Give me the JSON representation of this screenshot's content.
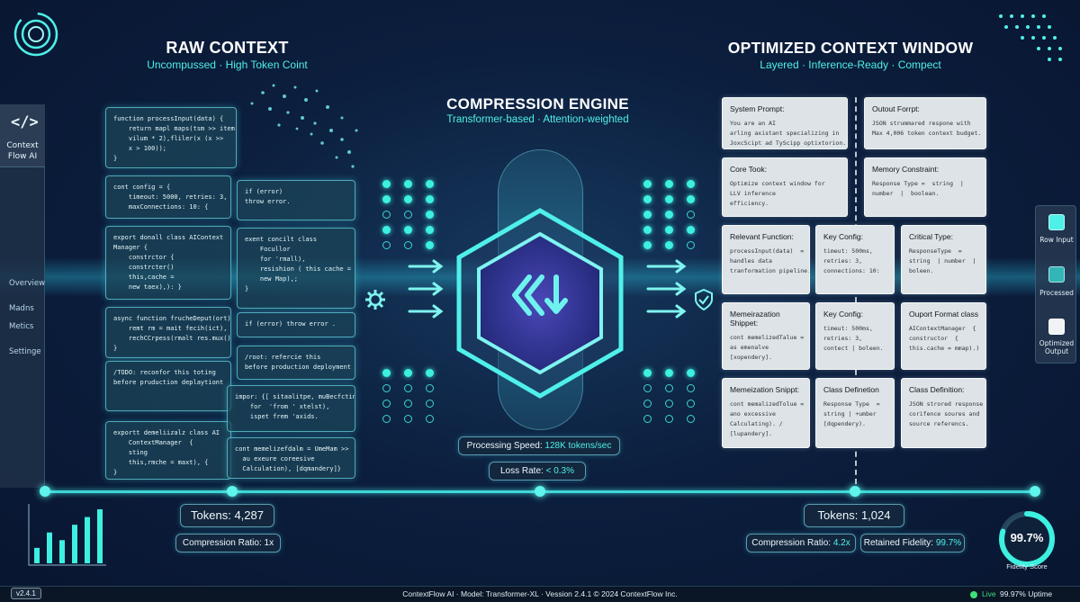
{
  "app": {
    "name": "Context Flow AI",
    "version": "v2.4.1"
  },
  "sidebar": {
    "brand_icon": "</>",
    "brand_name": "Context Flow AI",
    "items": [
      {
        "label": "Overview"
      },
      {
        "label": "Madns"
      },
      {
        "label": "Metics"
      },
      {
        "label": "Settinge"
      }
    ]
  },
  "raw": {
    "title": "RAW CONTEXT",
    "subtitle": "Uncompussed · High Token Coint",
    "cards": [
      "function processInput(data) {\n    return mapl maps(tsm >> item\n    vilum * 2),fliler(x (x >>\n    x > 100));\n}",
      "cont config = {\n    timeout: 5000, retries: 3,\n    maxConnections: 10: {",
      "export donall class AIContext\nManager {\n    constrctor {\n    constrcter()\n    this,cache =\n    new taex),): }",
      "async function frucheDeput(ort):\n    remt rm = mait fecih(ict),\n    rechCCrpess(rmalt res.mux());\n}",
      "/TODO: reconfor this toting\nbefore pruduction deplaytiont",
      "exportt demeliizalz class AI\n    ContextManager  {\n    sting\n    this,rmche = maxt), {\n}",
      "if (error)\nthrow error.",
      "exent concilt class\n    Focullor\n    for 'rmall),\n    resishion ( this cache =\n    new Map),;\n}",
      "if (error) throw error .",
      "/root: refercie this\nbefore production deployment",
      "impor: {[ sitaalitpe, muBecfctin\n    for  'from ' xtelst),\n    ispet frem 'axids.",
      "cont memelizefdalm = UmeMam >>\n  au exeure coreesive\n  Calculation), [dqmandery]}"
    ],
    "tokens_label": "Tokens:",
    "tokens_value": "4,287",
    "ratio_label": "Compression Ratio:",
    "ratio_value": "1x"
  },
  "engine": {
    "title": "COMPRESSION ENGINE",
    "subtitle": "Transformer-based · Attention-weighted",
    "speed_label": "Processing Speed:",
    "speed_value": "128K tokens/sec",
    "loss_label": "Loss Rate:",
    "loss_value": "< 0.3%"
  },
  "optimized": {
    "title": "OPTIMIZED CONTEXT WINDOW",
    "subtitle": "Layered · Inference-Ready · Compect",
    "cards": [
      {
        "title": "System Prompt:",
        "body": "You are an AI\narling axistant specializing in\nJoxcScipt ad TyScipp optixtorion."
      },
      {
        "title": "Outout Forrpt:",
        "body": "JSON strummared respone with\nMax 4,006 token context budget."
      },
      {
        "title": "Core Took:",
        "body": "Optimize context window for\nLLV inference\nefficiency."
      },
      {
        "title": "Memory Constraint:",
        "body": "Response Type =  string  |\nnumber  |  boolean."
      },
      {
        "title": "Relevant Function:",
        "body": "processInput(data)  =\nhandles data\ntranformation pipeline."
      },
      {
        "title": "Key Config:",
        "body": "timeut: 500ms,\nretries: 3,\nconnections: 10:"
      },
      {
        "title": "Critical Type:",
        "body": "ResponseType  =\nstring  | number  |\nboleen."
      },
      {
        "title": "Memeirazation Shippet:",
        "body": "cont memelizedTalue =\nas emenalve\n[xopendery]."
      },
      {
        "title": "Key Config:",
        "body": "timeut: 500ms,\nretries: 3,\ncontect | boleen."
      },
      {
        "title": "Ouport Format class",
        "body": "AIContextManager  {\nconstructor  {\nthis.cache = mmap).)"
      },
      {
        "title": "Memeization Snippt:",
        "body": "cont memalizedTolue =\nano excessive\nCalculating). /\n[lupandery]."
      },
      {
        "title": "Class Definetion",
        "body": "Response Type  =\nstring | +umber\n[dqpendery)."
      },
      {
        "title": "Class Definition:",
        "body": "JSON strored response\ncorifence soures and\nsource referencs."
      }
    ],
    "tokens_label": "Tokens:",
    "tokens_value": "1,024",
    "ratio_label": "Compression Ratio:",
    "ratio_value": "4.2x",
    "fidelity_label": "Retained Fidelity:",
    "fidelity_value": "99.7%"
  },
  "right_panel": {
    "items": [
      {
        "label": "Row Input"
      },
      {
        "label": "Processed"
      },
      {
        "label": "Optimized Output"
      }
    ]
  },
  "gauge": {
    "value": "99.7%",
    "label": "Fidelity Score",
    "fraction": 0.997
  },
  "mini_chart": {
    "values": [
      2,
      4,
      3,
      5,
      6,
      7
    ]
  },
  "footer": {
    "center": "ContextFlow AI · Model: Transformer-XL · Vession 2.4.1 © 2024 ContextFlow Inc.",
    "status_label": "Live",
    "uptime": "99.97% Uptime"
  },
  "colors": {
    "accent": "#3df0e0",
    "live": "#3ee07a"
  }
}
